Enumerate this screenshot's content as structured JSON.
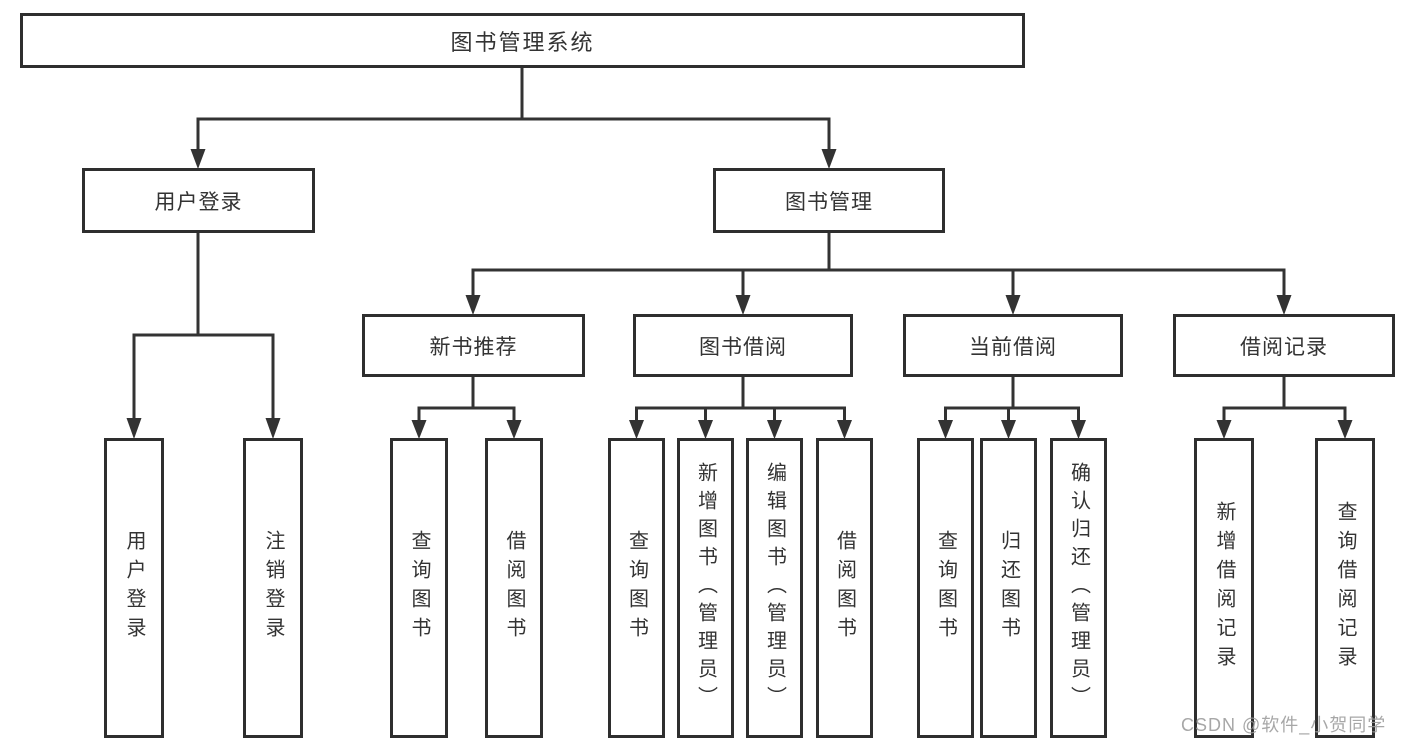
{
  "diagram": {
    "root": {
      "label": "图书管理系统"
    },
    "user_login": {
      "label": "用户登录",
      "children": {
        "login": "用户登录",
        "logout": "注销登录"
      }
    },
    "book_mgmt": {
      "label": "图书管理",
      "new_books": {
        "label": "新书推荐",
        "children": {
          "query": "查询图书",
          "borrow": "借阅图书"
        }
      },
      "book_borrow": {
        "label": "图书借阅",
        "children": {
          "query": "查询图书",
          "add": "新增图书（管理员）",
          "edit": "编辑图书（管理员）",
          "borrow": "借阅图书"
        }
      },
      "current_borrow": {
        "label": "当前借阅",
        "children": {
          "query": "查询图书",
          "return": "归还图书",
          "confirm": "确认归还（管理员）"
        }
      },
      "borrow_records": {
        "label": "借阅记录",
        "children": {
          "add": "新增借阅记录",
          "query": "查询借阅记录"
        }
      }
    }
  },
  "watermark": {
    "label": "CSDN @软件_小贺同学"
  },
  "colors": {
    "line": "#333333",
    "box_border": "#2e2e2e",
    "text": "#333333",
    "watermark": "#9b9b9b",
    "background": "#ffffff"
  }
}
